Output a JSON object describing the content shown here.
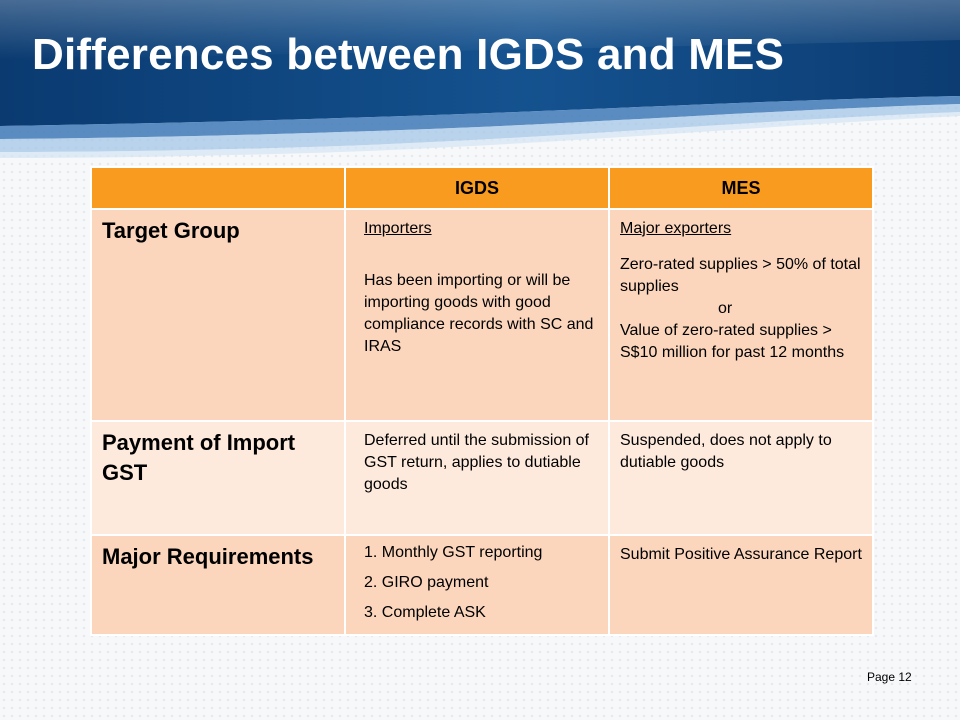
{
  "slide": {
    "title": "Differences between IGDS and MES",
    "page_label": "Page 12"
  },
  "table": {
    "headers": [
      "",
      "IGDS",
      "MES"
    ],
    "rows": [
      {
        "label": "Target Group",
        "igds": {
          "heading": "Importers",
          "text": "Has been importing or will be importing goods with good compliance records with SC and IRAS"
        },
        "mes": {
          "heading": "Major exporters",
          "line1": "Zero-rated supplies > 50% of total supplies",
          "connector": "or",
          "line2": "Value of zero-rated supplies > S$10 million for past 12 months"
        }
      },
      {
        "label": "Payment of Import GST",
        "igds": "Deferred until the submission of GST return, applies to dutiable goods",
        "mes": "Suspended, does not apply to dutiable goods"
      },
      {
        "label": "Major Requirements",
        "igds": [
          "1. Monthly GST reporting",
          "2. GIRO payment",
          "3. Complete ASK"
        ],
        "mes": "Submit Positive Assurance Report"
      }
    ]
  },
  "colors": {
    "header_bg": "#f99b1f",
    "row_bg": "#fbd6bd",
    "row_alt_bg": "#fdeadd",
    "banner_dark": "#0b3568",
    "banner_light": "#6fa3d2"
  }
}
